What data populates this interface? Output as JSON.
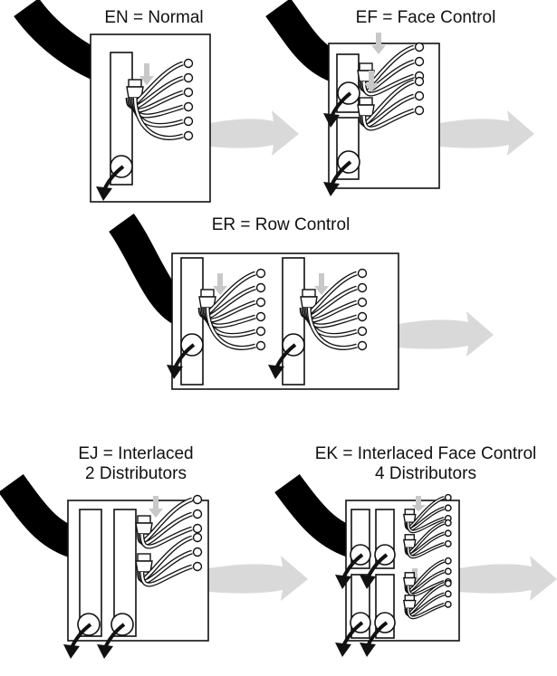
{
  "colors": {
    "ink": "#111111",
    "tube": "#000000",
    "airflow": "#d9d9d9",
    "inlet": "#c8c8c8",
    "panel": "#ffffff"
  },
  "diagrams": [
    {
      "id": "en",
      "title": "EN = Normal",
      "subtitle": "",
      "layout": "normal",
      "tube_icon": "coil-tube",
      "airflow_icon": "airflow-arrow"
    },
    {
      "id": "ef",
      "title": "EF = Face Control",
      "subtitle": "",
      "layout": "face",
      "tube_icon": "coil-tube",
      "airflow_icon": "airflow-arrow"
    },
    {
      "id": "er",
      "title": "ER = Row Control",
      "subtitle": "",
      "layout": "row",
      "tube_icon": "coil-tube",
      "airflow_icon": "airflow-arrow"
    },
    {
      "id": "ej",
      "title": "EJ = Interlaced",
      "subtitle": "2 Distributors",
      "layout": "interlaced",
      "tube_icon": "coil-tube",
      "airflow_icon": "airflow-arrow"
    },
    {
      "id": "ek",
      "title": "EK = Interlaced Face Control",
      "subtitle": "4 Distributors",
      "layout": "interlaced-face",
      "tube_icon": "coil-tube",
      "airflow_icon": "airflow-arrow"
    }
  ]
}
